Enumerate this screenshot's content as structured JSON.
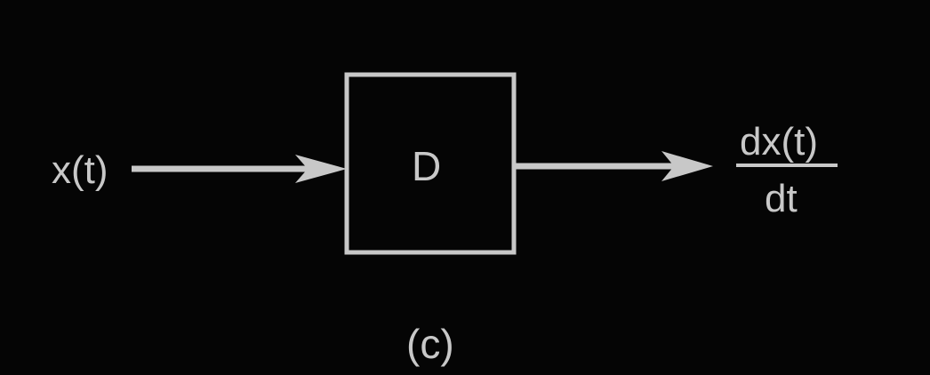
{
  "diagram": {
    "input_label": "x(t)",
    "block_label": "D",
    "output_numerator": "dx(t)",
    "output_denominator": "dt",
    "caption": "(c)"
  },
  "colors": {
    "background": "#050505",
    "stroke": "#c8c8c8"
  }
}
